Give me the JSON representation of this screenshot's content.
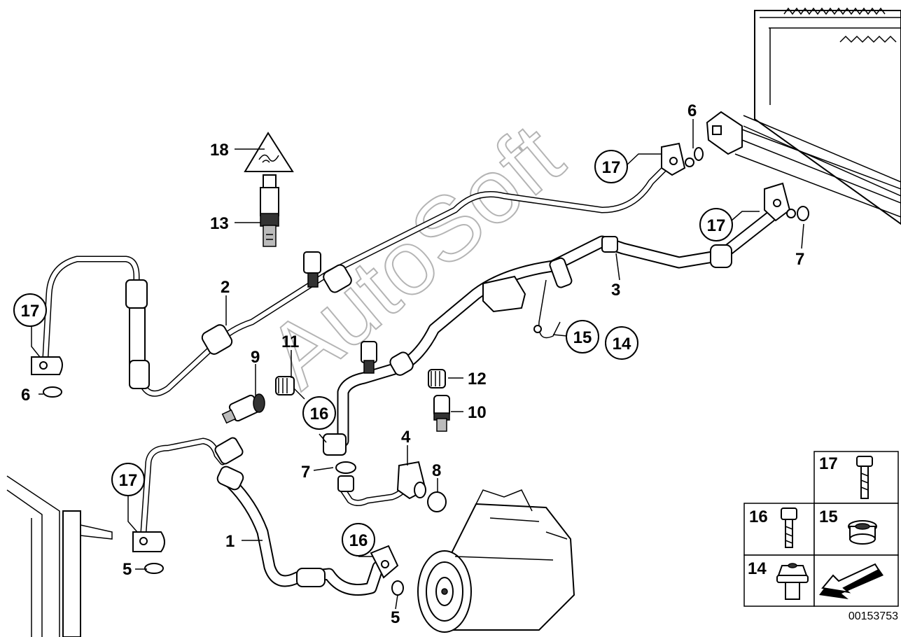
{
  "diagram_number": "00153753",
  "watermark": "AutoSoft",
  "callouts": {
    "c1": "1",
    "c2": "2",
    "c3": "3",
    "c4": "4",
    "c5a": "5",
    "c5b": "5",
    "c6a": "6",
    "c6b": "6",
    "c7a": "7",
    "c7b": "7",
    "c8": "8",
    "c9": "9",
    "c10": "10",
    "c11": "11",
    "c12": "12",
    "c13": "13",
    "c14": "14",
    "c15": "15",
    "c16a": "16",
    "c16b": "16",
    "c17a": "17",
    "c17b": "17",
    "c17c": "17",
    "c17d": "17",
    "c18": "18"
  },
  "legend": {
    "r17": "17",
    "r16": "16",
    "r15": "15",
    "r14": "14"
  },
  "colors": {
    "ink": "#000000",
    "paper": "#ffffff",
    "watermark": "#777777"
  }
}
